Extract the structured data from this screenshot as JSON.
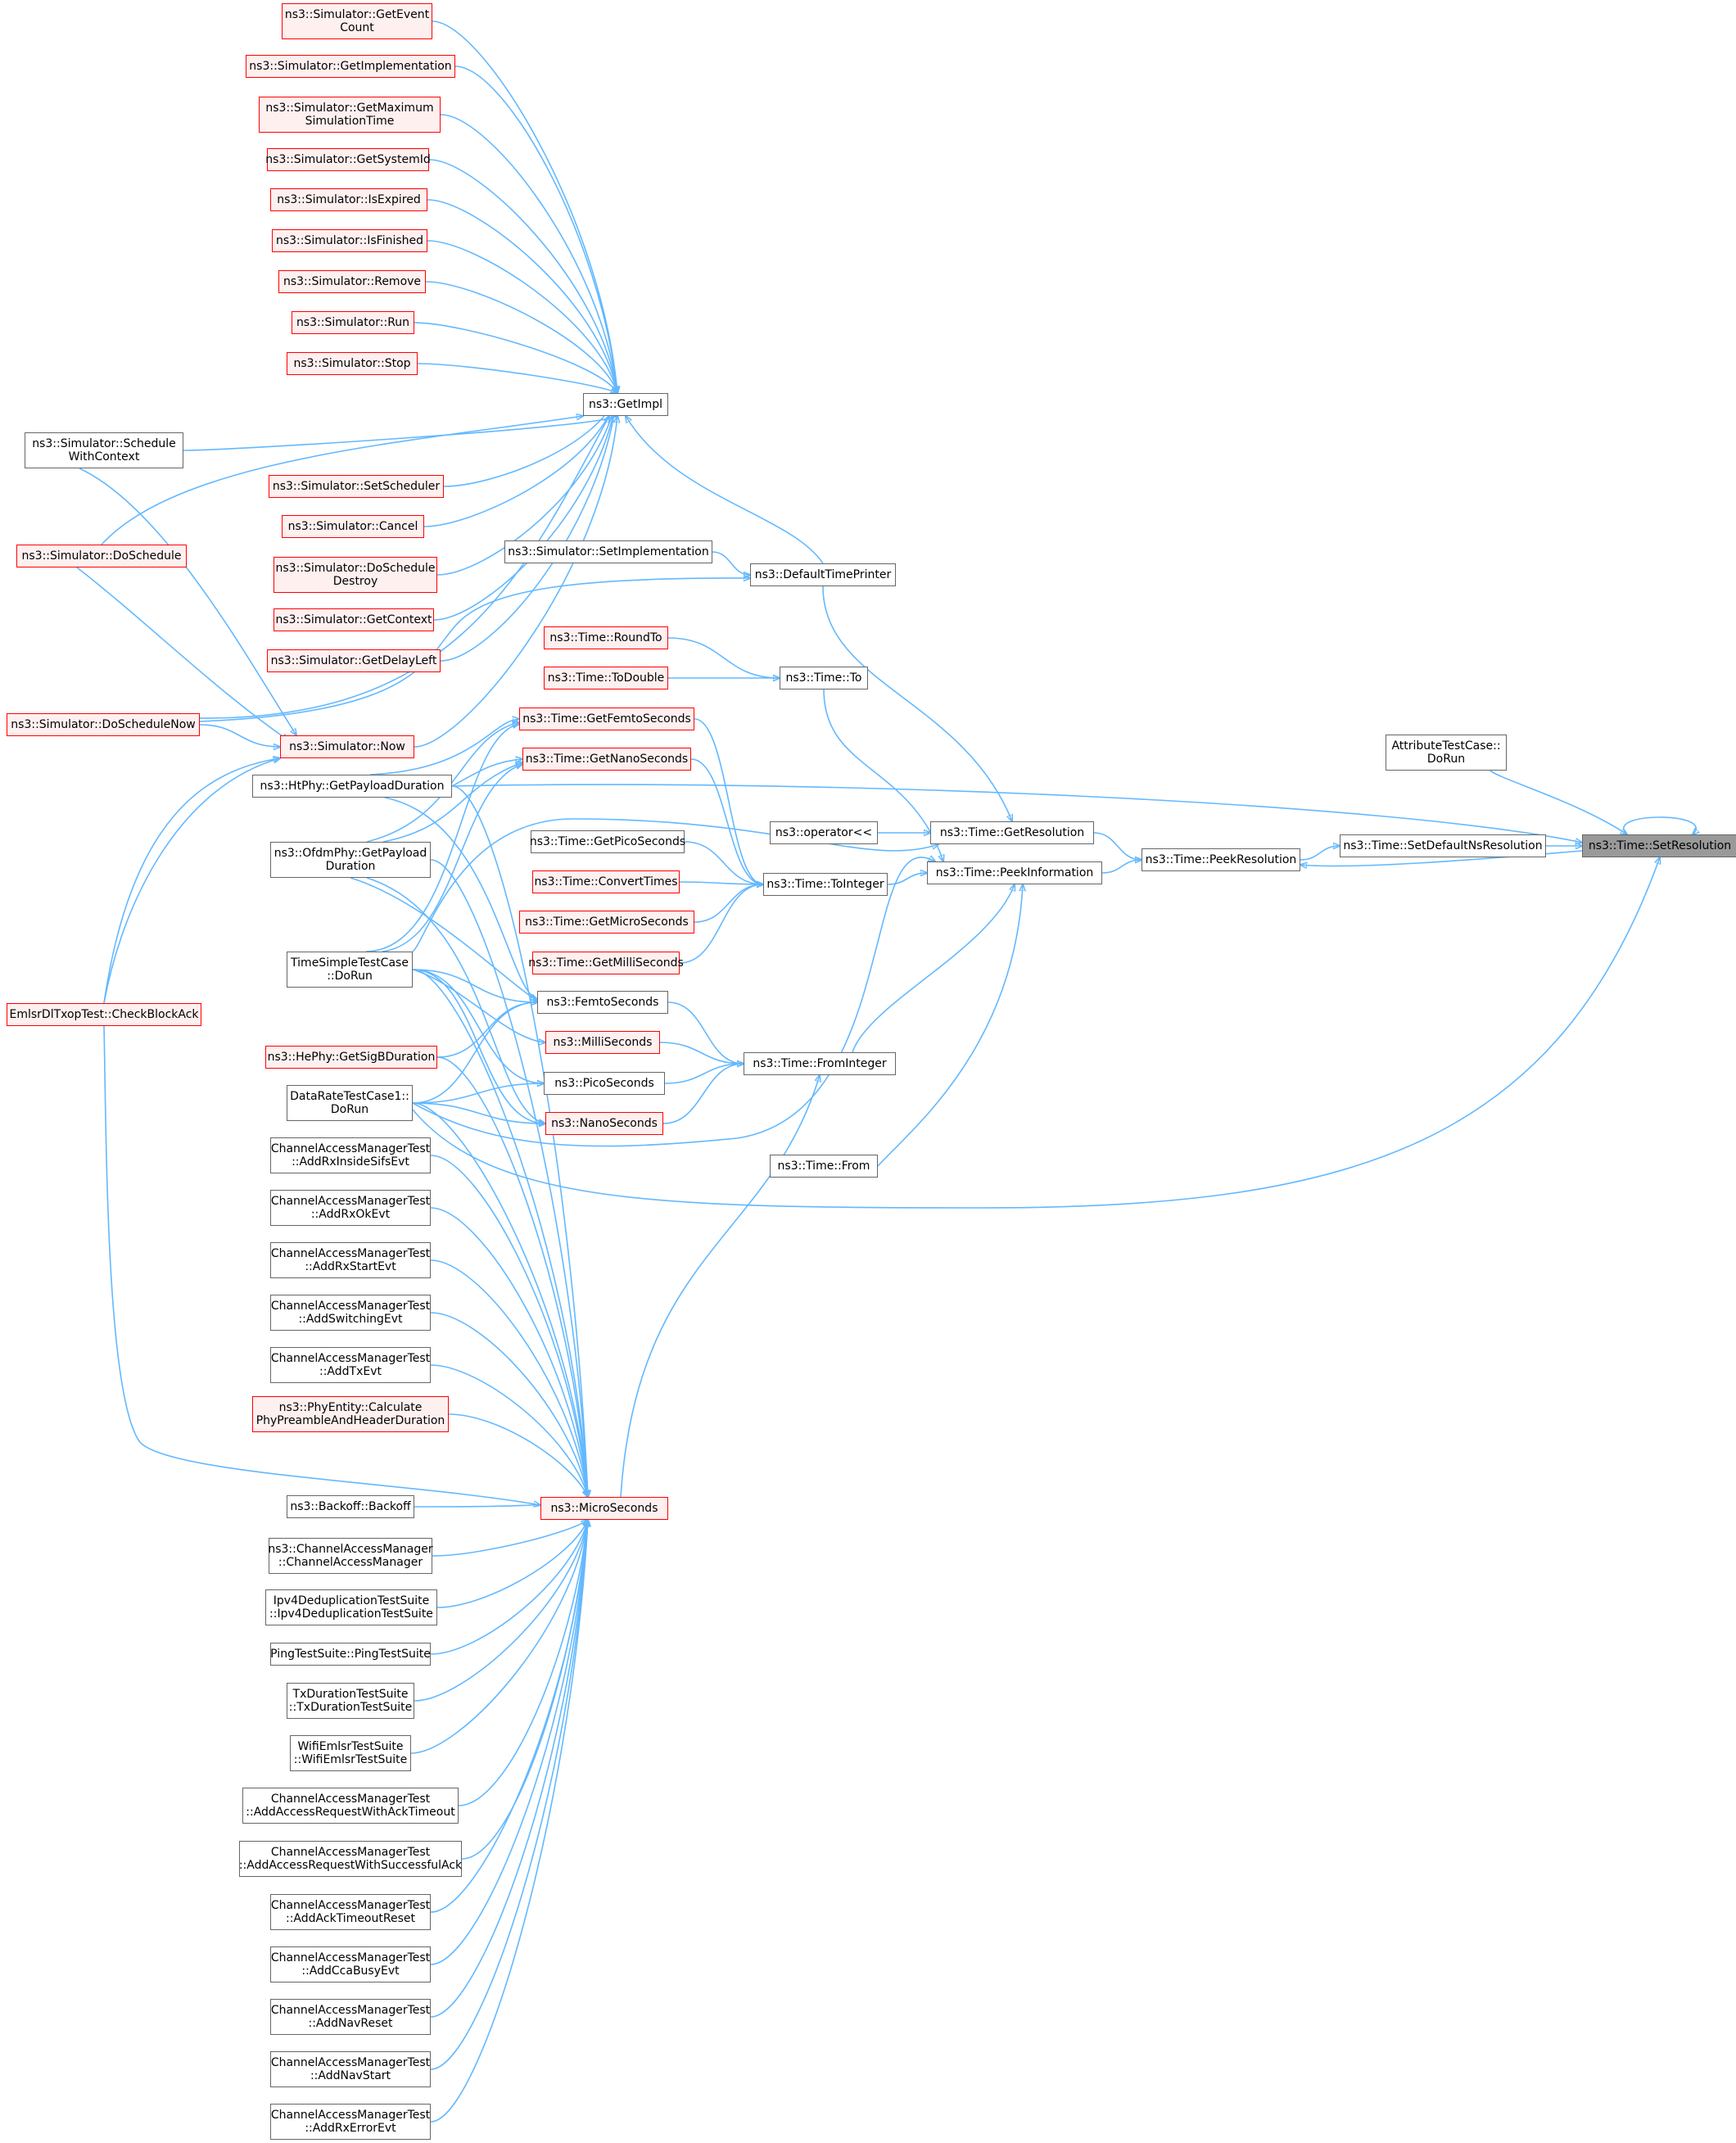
{
  "colors": {
    "edge": "#63b8ff",
    "node_border": "#666666",
    "missing_border": "#ff0000",
    "missing_fill": "#fff0f0",
    "focus_fill": "#999999"
  },
  "nodes": [
    {
      "id": "setres",
      "label": "ns3::Time::SetResolution",
      "kind": "focus"
    },
    {
      "id": "attrtest",
      "label": "AttributeTestCase::\nDoRun",
      "kind": "normal"
    },
    {
      "id": "setdefns",
      "label": "ns3::Time::SetDefaultNsResolution",
      "kind": "normal"
    },
    {
      "id": "peekres",
      "label": "ns3::Time::PeekResolution",
      "kind": "normal"
    },
    {
      "id": "getres",
      "label": "ns3::Time::GetResolution",
      "kind": "normal"
    },
    {
      "id": "peekinfo",
      "label": "ns3::Time::PeekInformation",
      "kind": "normal"
    },
    {
      "id": "opshift",
      "label": "ns3::operator<<",
      "kind": "normal"
    },
    {
      "id": "tointeger",
      "label": "ns3::Time::ToInteger",
      "kind": "normal"
    },
    {
      "id": "frominteger",
      "label": "ns3::Time::FromInteger",
      "kind": "normal"
    },
    {
      "id": "from",
      "label": "ns3::Time::From",
      "kind": "normal"
    },
    {
      "id": "to",
      "label": "ns3::Time::To",
      "kind": "normal"
    },
    {
      "id": "defprinter",
      "label": "ns3::DefaultTimePrinter",
      "kind": "normal"
    },
    {
      "id": "getimpl",
      "label": "ns3::GetImpl",
      "kind": "normal"
    },
    {
      "id": "setimpl",
      "label": "ns3::Simulator::SetImplementation",
      "kind": "normal"
    },
    {
      "id": "roundto",
      "label": "ns3::Time::RoundTo",
      "kind": "missing"
    },
    {
      "id": "todouble",
      "label": "ns3::Time::ToDouble",
      "kind": "missing"
    },
    {
      "id": "getfemto",
      "label": "ns3::Time::GetFemtoSeconds",
      "kind": "missing"
    },
    {
      "id": "getnano",
      "label": "ns3::Time::GetNanoSeconds",
      "kind": "missing"
    },
    {
      "id": "getpico",
      "label": "ns3::Time::GetPicoSeconds",
      "kind": "normal"
    },
    {
      "id": "convtimes",
      "label": "ns3::Time::ConvertTimes",
      "kind": "missing"
    },
    {
      "id": "getmicro",
      "label": "ns3::Time::GetMicroSeconds",
      "kind": "missing"
    },
    {
      "id": "getmilli",
      "label": "ns3::Time::GetMilliSeconds",
      "kind": "missing"
    },
    {
      "id": "femto",
      "label": "ns3::FemtoSeconds",
      "kind": "normal"
    },
    {
      "id": "milli",
      "label": "ns3::MilliSeconds",
      "kind": "missing"
    },
    {
      "id": "pico",
      "label": "ns3::PicoSeconds",
      "kind": "normal"
    },
    {
      "id": "nano",
      "label": "ns3::NanoSeconds",
      "kind": "missing"
    },
    {
      "id": "micro",
      "label": "ns3::MicroSeconds",
      "kind": "missing"
    },
    {
      "id": "now",
      "label": "ns3::Simulator::Now",
      "kind": "missing"
    },
    {
      "id": "geteventcount",
      "label": "ns3::Simulator::GetEvent\nCount",
      "kind": "missing"
    },
    {
      "id": "getimplementation",
      "label": "ns3::Simulator::GetImplementation",
      "kind": "missing"
    },
    {
      "id": "getmaxsim",
      "label": "ns3::Simulator::GetMaximum\nSimulationTime",
      "kind": "missing"
    },
    {
      "id": "getsysid",
      "label": "ns3::Simulator::GetSystemId",
      "kind": "missing"
    },
    {
      "id": "isexpired",
      "label": "ns3::Simulator::IsExpired",
      "kind": "missing"
    },
    {
      "id": "isfinished",
      "label": "ns3::Simulator::IsFinished",
      "kind": "missing"
    },
    {
      "id": "remove",
      "label": "ns3::Simulator::Remove",
      "kind": "missing"
    },
    {
      "id": "run",
      "label": "ns3::Simulator::Run",
      "kind": "missing"
    },
    {
      "id": "stop",
      "label": "ns3::Simulator::Stop",
      "kind": "missing"
    },
    {
      "id": "schedwc",
      "label": "ns3::Simulator::Schedule\nWithContext",
      "kind": "normal"
    },
    {
      "id": "setsched",
      "label": "ns3::Simulator::SetScheduler",
      "kind": "missing"
    },
    {
      "id": "cancel",
      "label": "ns3::Simulator::Cancel",
      "kind": "missing"
    },
    {
      "id": "doschedule",
      "label": "ns3::Simulator::DoSchedule",
      "kind": "missing"
    },
    {
      "id": "doschedestroy",
      "label": "ns3::Simulator::DoSchedule\nDestroy",
      "kind": "missing"
    },
    {
      "id": "getcontext",
      "label": "ns3::Simulator::GetContext",
      "kind": "missing"
    },
    {
      "id": "getdelayleft",
      "label": "ns3::Simulator::GetDelayLeft",
      "kind": "missing"
    },
    {
      "id": "doschednow",
      "label": "ns3::Simulator::DoScheduleNow",
      "kind": "missing"
    },
    {
      "id": "htphy",
      "label": "ns3::HtPhy::GetPayloadDuration",
      "kind": "normal"
    },
    {
      "id": "ofdmphy",
      "label": "ns3::OfdmPhy::GetPayload\nDuration",
      "kind": "normal"
    },
    {
      "id": "timesimple",
      "label": "TimeSimpleTestCase\n::DoRun",
      "kind": "normal"
    },
    {
      "id": "emlsr",
      "label": "EmlsrDlTxopTest::CheckBlockAck",
      "kind": "missing"
    },
    {
      "id": "hephy",
      "label": "ns3::HePhy::GetSigBDuration",
      "kind": "missing"
    },
    {
      "id": "datarate",
      "label": "DataRateTestCase1::\nDoRun",
      "kind": "normal"
    },
    {
      "id": "camt1",
      "label": "ChannelAccessManagerTest\n::AddRxInsideSifsEvt",
      "kind": "normal"
    },
    {
      "id": "camt2",
      "label": "ChannelAccessManagerTest\n::AddRxOkEvt",
      "kind": "normal"
    },
    {
      "id": "camt3",
      "label": "ChannelAccessManagerTest\n::AddRxStartEvt",
      "kind": "normal"
    },
    {
      "id": "camt4",
      "label": "ChannelAccessManagerTest\n::AddSwitchingEvt",
      "kind": "normal"
    },
    {
      "id": "camt5",
      "label": "ChannelAccessManagerTest\n::AddTxEvt",
      "kind": "normal"
    },
    {
      "id": "phyentity",
      "label": "ns3::PhyEntity::Calculate\nPhyPreambleAndHeaderDuration",
      "kind": "missing"
    },
    {
      "id": "backoff",
      "label": "ns3::Backoff::Backoff",
      "kind": "normal"
    },
    {
      "id": "cam",
      "label": "ns3::ChannelAccessManager\n::ChannelAccessManager",
      "kind": "normal"
    },
    {
      "id": "ipv4dedup",
      "label": "Ipv4DeduplicationTestSuite\n::Ipv4DeduplicationTestSuite",
      "kind": "normal"
    },
    {
      "id": "ping",
      "label": "PingTestSuite::PingTestSuite",
      "kind": "normal"
    },
    {
      "id": "txdur",
      "label": "TxDurationTestSuite\n::TxDurationTestSuite",
      "kind": "normal"
    },
    {
      "id": "wifiemlsr",
      "label": "WifiEmlsrTestSuite\n::WifiEmlsrTestSuite",
      "kind": "normal"
    },
    {
      "id": "camt6",
      "label": "ChannelAccessManagerTest\n::AddAccessRequestWithAckTimeout",
      "kind": "normal"
    },
    {
      "id": "camt7",
      "label": "ChannelAccessManagerTest\n::AddAccessRequestWithSuccessfulAck",
      "kind": "normal"
    },
    {
      "id": "camt8",
      "label": "ChannelAccessManagerTest\n::AddAckTimeoutReset",
      "kind": "normal"
    },
    {
      "id": "camt9",
      "label": "ChannelAccessManagerTest\n::AddCcaBusyEvt",
      "kind": "normal"
    },
    {
      "id": "camt10",
      "label": "ChannelAccessManagerTest\n::AddNavReset",
      "kind": "normal"
    },
    {
      "id": "camt11",
      "label": "ChannelAccessManagerTest\n::AddNavStart",
      "kind": "normal"
    },
    {
      "id": "camt12",
      "label": "ChannelAccessManagerTest\n::AddRxErrorEvt",
      "kind": "normal"
    }
  ]
}
